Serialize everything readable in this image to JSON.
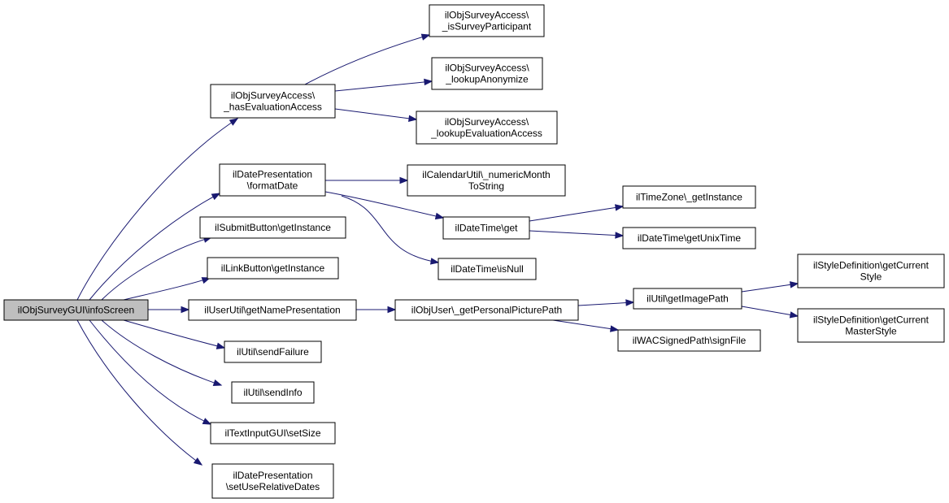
{
  "root": {
    "id": "root",
    "lines": [
      "ilObjSurveyGUI\\infoScreen"
    ]
  },
  "nodes": [
    {
      "id": "hasEval",
      "lines": [
        "ilObjSurveyAccess\\",
        "_hasEvaluationAccess"
      ]
    },
    {
      "id": "isPart",
      "lines": [
        "ilObjSurveyAccess\\",
        "_isSurveyParticipant"
      ]
    },
    {
      "id": "lookupAnon",
      "lines": [
        "ilObjSurveyAccess\\",
        "_lookupAnonymize"
      ]
    },
    {
      "id": "lookupEval",
      "lines": [
        "ilObjSurveyAccess\\",
        "_lookupEvaluationAccess"
      ]
    },
    {
      "id": "formatDate",
      "lines": [
        "ilDatePresentation",
        "\\formatDate"
      ]
    },
    {
      "id": "numMonth",
      "lines": [
        "ilCalendarUtil\\_numericMonth",
        "ToString"
      ]
    },
    {
      "id": "dtGet",
      "lines": [
        "ilDateTime\\get"
      ]
    },
    {
      "id": "tzGet",
      "lines": [
        "ilTimeZone\\_getInstance"
      ]
    },
    {
      "id": "unixTime",
      "lines": [
        "ilDateTime\\getUnixTime"
      ]
    },
    {
      "id": "isNull",
      "lines": [
        "ilDateTime\\isNull"
      ]
    },
    {
      "id": "submitBtn",
      "lines": [
        "ilSubmitButton\\getInstance"
      ]
    },
    {
      "id": "linkBtn",
      "lines": [
        "ilLinkButton\\getInstance"
      ]
    },
    {
      "id": "namePres",
      "lines": [
        "ilUserUtil\\getNamePresentation"
      ]
    },
    {
      "id": "picPath",
      "lines": [
        "ilObjUser\\_getPersonalPicturePath"
      ]
    },
    {
      "id": "imgPath",
      "lines": [
        "ilUtil\\getImagePath"
      ]
    },
    {
      "id": "styleCur",
      "lines": [
        "ilStyleDefinition\\getCurrent",
        "Style"
      ]
    },
    {
      "id": "styleMaster",
      "lines": [
        "ilStyleDefinition\\getCurrent",
        "MasterStyle"
      ]
    },
    {
      "id": "signFile",
      "lines": [
        "ilWACSignedPath\\signFile"
      ]
    },
    {
      "id": "sendFail",
      "lines": [
        "ilUtil\\sendFailure"
      ]
    },
    {
      "id": "sendInfo",
      "lines": [
        "ilUtil\\sendInfo"
      ]
    },
    {
      "id": "setSize",
      "lines": [
        "ilTextInputGUI\\setSize"
      ]
    },
    {
      "id": "relDates",
      "lines": [
        "ilDatePresentation",
        "\\setUseRelativeDates"
      ]
    }
  ],
  "edges": [
    {
      "from": "root",
      "to": "hasEval"
    },
    {
      "from": "root",
      "to": "formatDate"
    },
    {
      "from": "root",
      "to": "submitBtn"
    },
    {
      "from": "root",
      "to": "linkBtn"
    },
    {
      "from": "root",
      "to": "namePres"
    },
    {
      "from": "root",
      "to": "sendFail"
    },
    {
      "from": "root",
      "to": "sendInfo"
    },
    {
      "from": "root",
      "to": "setSize"
    },
    {
      "from": "root",
      "to": "relDates"
    },
    {
      "from": "hasEval",
      "to": "isPart"
    },
    {
      "from": "hasEval",
      "to": "lookupAnon"
    },
    {
      "from": "hasEval",
      "to": "lookupEval"
    },
    {
      "from": "formatDate",
      "to": "numMonth"
    },
    {
      "from": "formatDate",
      "to": "dtGet"
    },
    {
      "from": "formatDate",
      "to": "isNull"
    },
    {
      "from": "dtGet",
      "to": "tzGet"
    },
    {
      "from": "dtGet",
      "to": "unixTime"
    },
    {
      "from": "namePres",
      "to": "picPath"
    },
    {
      "from": "picPath",
      "to": "imgPath"
    },
    {
      "from": "picPath",
      "to": "signFile"
    },
    {
      "from": "imgPath",
      "to": "styleCur"
    },
    {
      "from": "imgPath",
      "to": "styleMaster"
    }
  ],
  "colors": {
    "edge": "#191970",
    "root_fill": "#bfbfbf",
    "node_fill": "#ffffff",
    "border": "#000000"
  }
}
